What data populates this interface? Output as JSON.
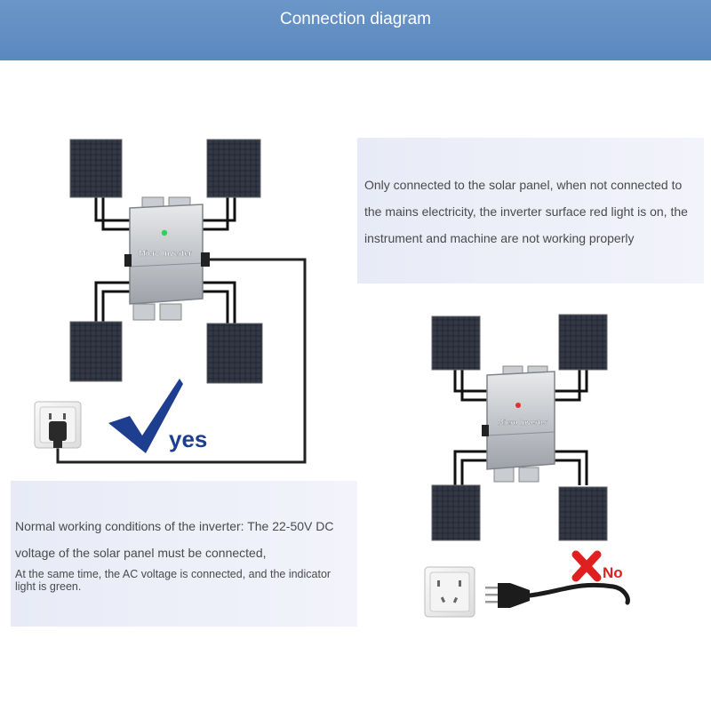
{
  "header": {
    "title": "Connection diagram"
  },
  "diagram_left": {
    "inverter_brand": "Micro Inverter",
    "status_light": "green",
    "check_label": "yes"
  },
  "diagram_right": {
    "inverter_brand": "Micro Inverter",
    "status_light": "red",
    "cross_label": "No"
  },
  "notes": {
    "no_mains": "Only connected to the solar panel, when not connected to the mains electricity, the inverter surface red light is on, the instrument and machine are not working properly",
    "normal_line1": "Normal working conditions of the inverter: The 22-50V DC voltage of the solar panel must be connected,",
    "normal_line2": "At the same time, the AC voltage is connected, and the indicator light is green."
  },
  "colors": {
    "header": "#5b88bf",
    "check": "#1e3f8f",
    "cross": "#e02020",
    "green_light": "#2fd05a",
    "red_light": "#e03030"
  }
}
